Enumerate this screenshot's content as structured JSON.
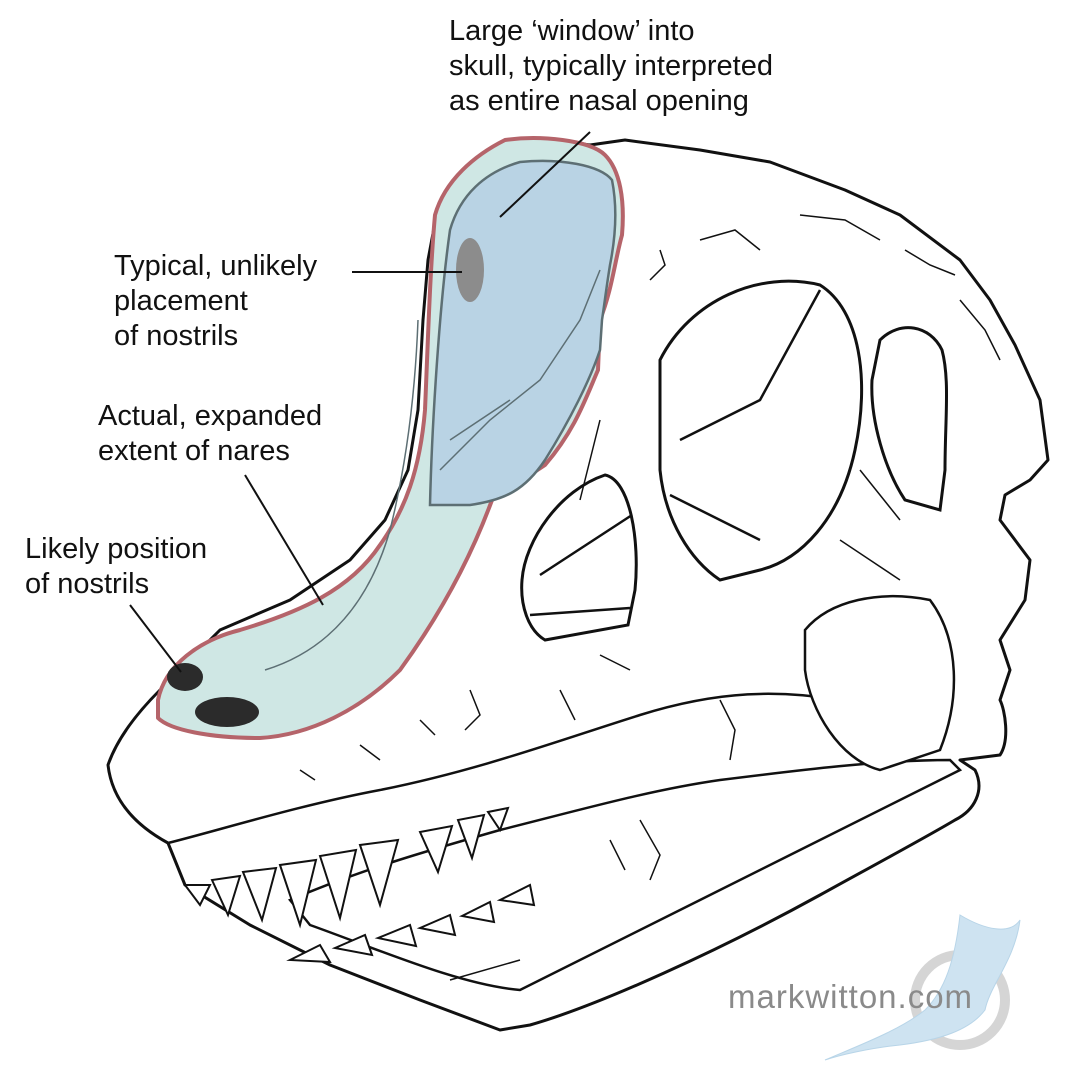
{
  "labels": {
    "window_opening": "Large ‘window’ into\nskull, typically interpreted\nas entire nasal opening",
    "typical_nostrils": "Typical, unlikely\nplacement\nof nostrils",
    "actual_nares": "Actual, expanded\nextent of nares",
    "likely_nostrils": "Likely position\nof nostrils"
  },
  "watermark": "markwitton.com",
  "colors": {
    "skull_outline": "#111111",
    "nares_fill": "#cfe7e4",
    "nares_outline": "#b5646a",
    "window_fill": "#b9d3e4",
    "window_outline": "#5d6f74",
    "typical_nostril": "#8c8c8c",
    "likely_nostril": "#2b2b2b"
  }
}
